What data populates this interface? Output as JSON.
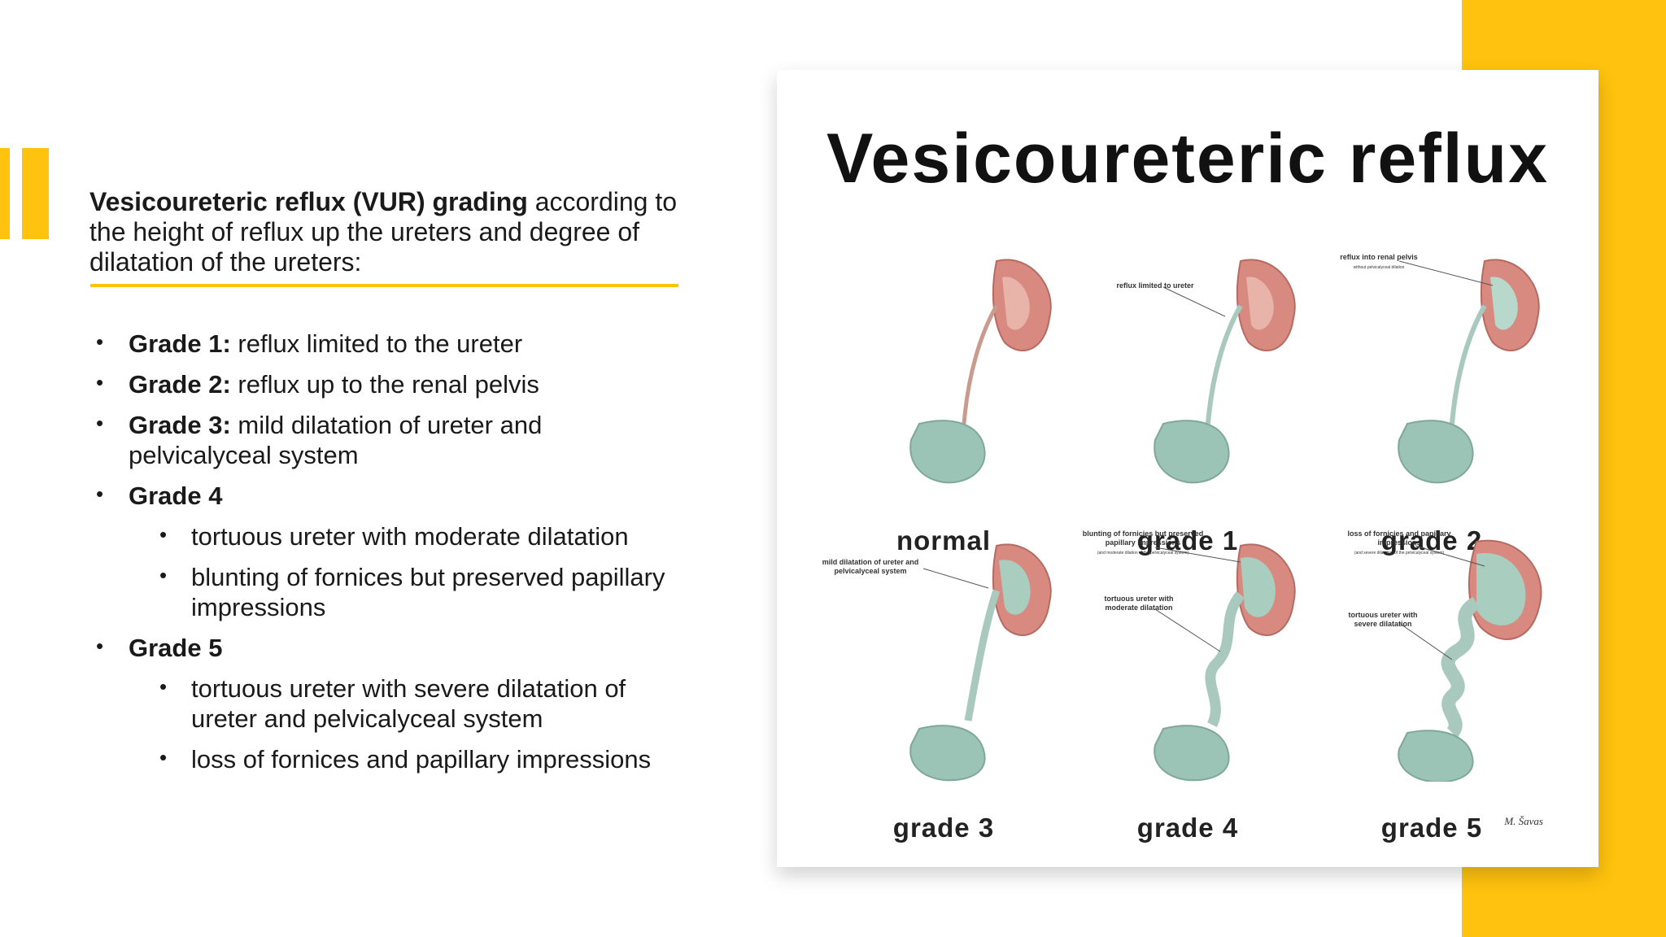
{
  "intro": {
    "bold": "Vesicoureteric reflux (VUR) grading",
    "rest": " according to the height of reflux up the ureters and degree of dilatation of the ureters:"
  },
  "grades": [
    {
      "label": "Grade 1:",
      "text": " reflux limited to the ureter"
    },
    {
      "label": "Grade 2:",
      "text": " reflux up to the renal pelvis"
    },
    {
      "label": "Grade 3:",
      "text": " mild dilatation of ureter and pelvicalyceal system"
    },
    {
      "label": "Grade 4",
      "sub": [
        "tortuous ureter with moderate dilatation",
        "blunting of fornices but preserved papillary impressions"
      ]
    },
    {
      "label": "Grade 5",
      "sub": [
        "tortuous ureter with severe dilatation of ureter and pelvicalyceal system",
        "loss of fornices and papillary impressions"
      ]
    }
  ],
  "figure": {
    "title": "Vesicoureteric reflux",
    "panels": [
      "normal",
      "grade 1",
      "grade 2",
      "grade 3",
      "grade 4",
      "grade 5"
    ],
    "annotations": {
      "g1": "reflux limited to ureter",
      "g2": "reflux into renal pelvis",
      "g2_sub": "without pelvicalyceal dilation",
      "g3": "mild dilatation of ureter and pelvicalyceal system",
      "g4a": "blunting of fornicies but preserved papillary impressions",
      "g4a_sub": "(and moderate dilation of the pelvicalyceal system)",
      "g4b": "tortuous ureter with moderate dilatation",
      "g5a": "loss of fornicies and papillary impressions",
      "g5a_sub": "(and severe dilatation of the pelvicalyceal system)",
      "g5b": "tortuous ureter with severe dilatation"
    },
    "signature": "M. Šavas"
  },
  "colors": {
    "accent": "#FFC20E",
    "kidney": "#D98A80",
    "bladder": "#9CC4B6"
  }
}
